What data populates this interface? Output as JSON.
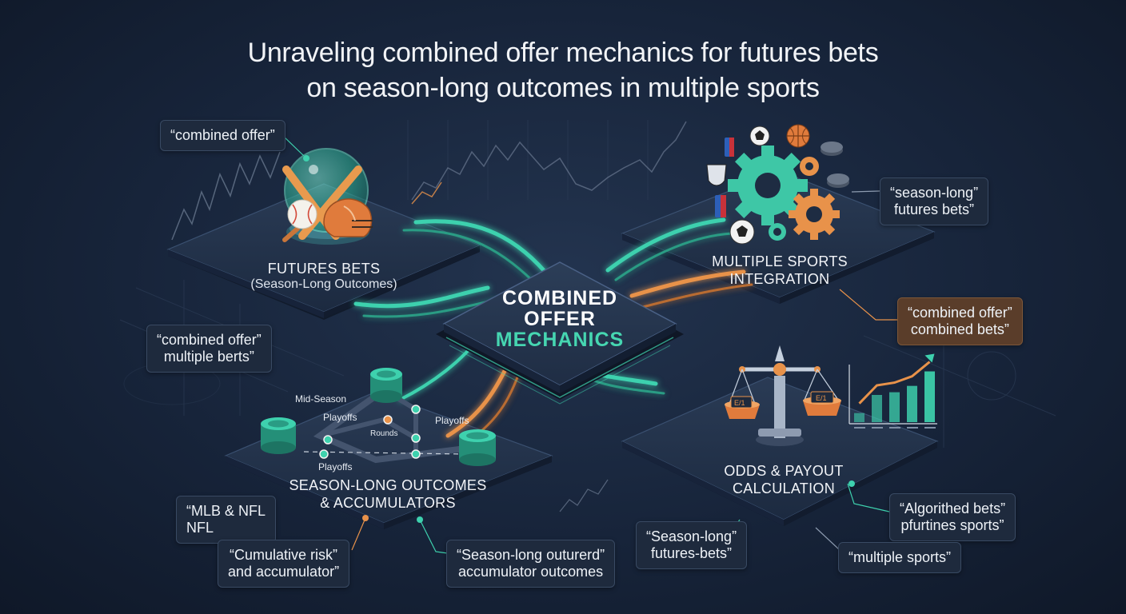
{
  "title": {
    "line1": "Unraveling combined offer mechanics for futures bets",
    "line2": "on season-long outcomes in multiple sports"
  },
  "center": {
    "line1": "COMBINED",
    "line2": "OFFER",
    "line3": "MECHANICS"
  },
  "platforms": {
    "futures": {
      "title": "FUTURES BETS",
      "subtitle": "(Season-Long Outcomes)"
    },
    "sports": {
      "title_line1": "MULTIPLE SPORTS",
      "title_line2": "INTEGRATION"
    },
    "season": {
      "title_line1": "SEASON-LONG OUTCOMES",
      "title_line2": "& ACCUMULATORS"
    },
    "odds": {
      "title_line1": "ODDS & PAYOUT",
      "title_line2": "CALCULATION"
    }
  },
  "callouts": {
    "combined_offer": "“combined offer”",
    "combined_multiple": {
      "line1": "“combined offer”",
      "line2": "multiple berts”"
    },
    "season_long_futures": {
      "line1": "“season-long”",
      "line2": "futures bets”"
    },
    "combined_bets": {
      "line1": "“combined offer”",
      "line2": "combined bets”"
    },
    "mlb_nfl": {
      "line1": "“MLB & NFL",
      "line2": "NFL"
    },
    "cumulative": {
      "line1": "“Cumulative risk”",
      "line2": "and accumulator”"
    },
    "season_outurerd": {
      "line1": "“Season-long outurerd”",
      "line2": "accumulator outcomes"
    },
    "season_futures_bets": {
      "line1": "“Season-long”",
      "line2": "futures-bets”"
    },
    "algorithmed": {
      "line1": "“Algorithed bets”",
      "line2": "pfurtines sports”"
    },
    "multiple_sports": "“multiple sports”"
  },
  "path_labels": {
    "mid_season": "Mid-Season",
    "playoffs_a": "Playoffs",
    "playoffs_b": "Playoffs",
    "playoffs_c": "Playoffs",
    "rounds": "Rounds"
  },
  "scale": {
    "left_label": "E/1",
    "right_label": "E/1"
  },
  "colors": {
    "teal": "#3ed1ae",
    "orange": "#e8924a",
    "platform": "#22324a",
    "background": "#17243a"
  },
  "icons": [
    "baseball-bats-icon",
    "football-helmet-icon",
    "baseball-icon",
    "gear-icon",
    "soccer-ball-icon",
    "basketball-icon",
    "hockey-puck-icon",
    "nba-logo-icon",
    "nhl-logo-icon",
    "balance-scale-icon",
    "coin-stack-icon",
    "bar-chart-icon"
  ],
  "chart_data": {
    "type": "bar",
    "values": [
      1,
      3,
      3.3,
      4,
      5.6
    ],
    "trend": "up"
  }
}
